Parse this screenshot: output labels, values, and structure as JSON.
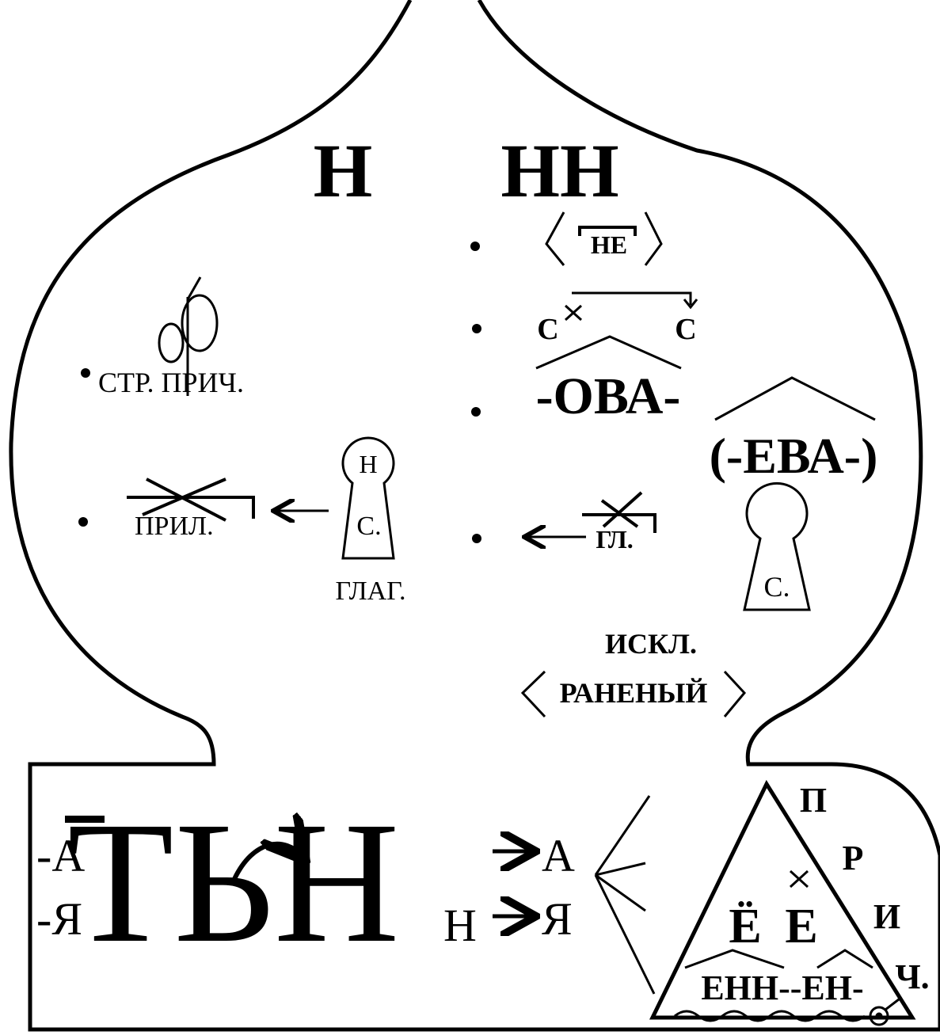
{
  "headers": {
    "single": "Н",
    "double": "НН"
  },
  "left_rules": {
    "passive_participle": "СТР. ПРИЧ.",
    "adjective": "ПРИЛ.",
    "keyhole_top": "Н",
    "keyhole_bottom": "С.",
    "verb": "ГЛАГ."
  },
  "right_rules": {
    "prefix_ne": "НЕ",
    "dependent_left": "С",
    "dependent_right": "С",
    "suffix_ova": "-ОВА-",
    "suffix_eva": "(-ЕВА-)",
    "verb_short": "ГЛ.",
    "keyhole_bottom": "С.",
    "exception_label": "ИСКЛ.",
    "exception_word": "РАНЕНЫЙ"
  },
  "base": {
    "ending_a": "-А",
    "ending_ya": "-Я",
    "big_word": "ТЬН",
    "small_n": "Н",
    "result_a": "А",
    "result_ya": "Я"
  },
  "triangle": {
    "vertical_letters": [
      "П",
      "Р",
      "И",
      "Ч."
    ],
    "yo": "Ё",
    "e": "Е",
    "suffixes": "ЕНН--ЕН-"
  }
}
